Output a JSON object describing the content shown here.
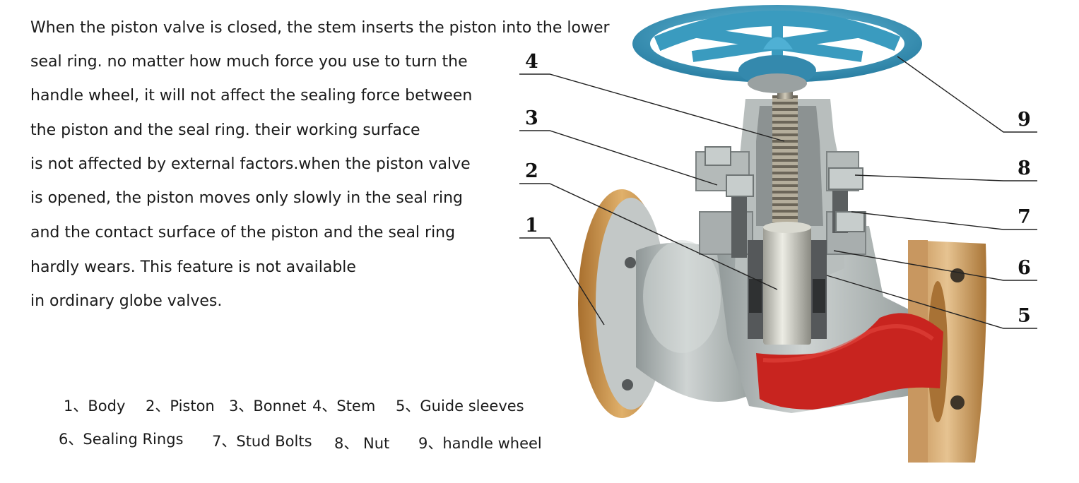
{
  "description": {
    "lines": [
      "When the piston valve is closed, the stem inserts the piston into the lower",
      "seal ring. no matter how much force you use to  turn the",
      "handle wheel, it will not affect the sealing force between",
      "the piston and the seal ring. their working surface",
      "is not affected by external factors.when the piston valve",
      "is opened, the piston moves only slowly in the seal ring",
      "and the contact surface of the piston and the seal ring",
      "hardly wears. This feature is not  available",
      "in ordinary globe valves."
    ]
  },
  "legend": {
    "items": [
      "1、Body",
      "2、Piston",
      "3、Bonnet",
      "4、Stem",
      "5、Guide sleeves",
      "6、Sealing Rings",
      "7、Stud Bolts",
      "8、 Nut",
      "9、handle wheel"
    ]
  },
  "callouts": [
    "1",
    "2",
    "3",
    "4",
    "5",
    "6",
    "7",
    "8",
    "9"
  ],
  "colors": {
    "handwheel": "#3a9bbf",
    "body": "#b9bfbf",
    "flange_edge": "#c9924a",
    "flow_passage": "#c8241f",
    "piston": "#b8b8b0"
  }
}
